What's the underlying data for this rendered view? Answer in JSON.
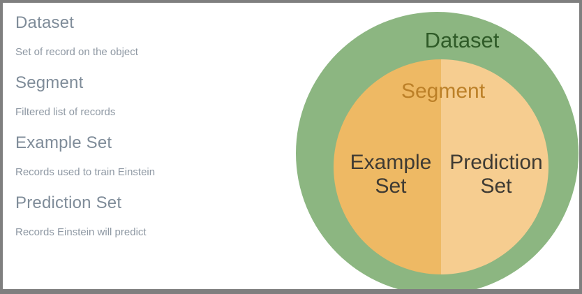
{
  "glossary": {
    "items": [
      {
        "term": "Dataset",
        "definition": "Set of record on the object"
      },
      {
        "term": "Segment",
        "definition": "Filtered list of records"
      },
      {
        "term": "Example Set",
        "definition": "Records used to train Einstein"
      },
      {
        "term": "Prediction Set",
        "definition": "Records Einstein will predict"
      }
    ]
  },
  "diagram": {
    "outer_label": "Dataset",
    "middle_label": "Segment",
    "left_half_label": "Example Set",
    "right_half_label": "Prediction Set",
    "colors": {
      "frame_border": "#7f7f7f",
      "outer_circle": "#8cb681",
      "outer_label_text": "#2f5b28",
      "left_half": "#eeb964",
      "right_half": "#f6cd90",
      "middle_label_text": "#bc8028",
      "half_label_text": "#3e3a33",
      "glossary_term_text": "#7f8c99",
      "glossary_definition_text": "#8e98a3"
    }
  }
}
